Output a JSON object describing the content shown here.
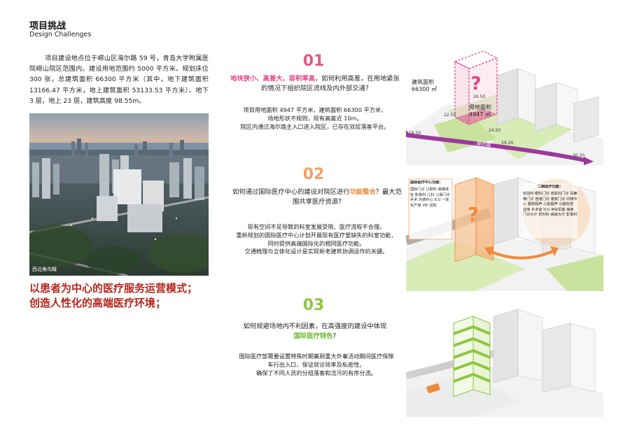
{
  "header": {
    "title_cn": "项目挑战",
    "title_en": "Design Challenges"
  },
  "intro": {
    "paragraph": "项目建设地点位于崂山区海尔路 59 号，青岛大学附属医院崂山院区范围内。建设用地范围约 5000 平方米。规划床位 300 张，总建筑面积 66300 平方米（其中，地下建筑面积 13166.47 平方米，地上建筑面积 53133.53 平方米）。地下 3 层，地上 23 层，建筑高度 98.55m。"
  },
  "photo": {
    "credit": "西北角鸟瞰"
  },
  "slogan": {
    "line1": "以患者为中心的医疗服务运营模式；",
    "line2": "创造人性化的高端医疗环境；"
  },
  "challenges": [
    {
      "number": "01",
      "q_highlight": "地块狭小、高差大、容积率高",
      "q_rest": "，如何利用高差，在用地紧张的情况下组织院区流线及内外部交通?",
      "desc_lines": [
        "项目用地面积 4947 平方米，建筑面积 66300 平方米，",
        "场地形状不规则，现有高差近 10m。",
        "院区内通过海尔路主入口进入院区，已存在双层落客平台。"
      ]
    },
    {
      "number": "02",
      "q_before": "如何通过国际医疗中心的建设对院区进行",
      "q_highlight": "功能整合",
      "q_after": "？最大范围共享医疗资源?",
      "desc_lines": [
        "现有空间不足导致的科室发展受限、医疗流程不合理。",
        "重新规划的国际医疗中心计划开展现有医疗里缺失的科室功能，",
        "同时提供高端国际化的相同医疗功能。",
        "交通梳理与立体化设计是实现新老建筑协调运作的关键。"
      ]
    },
    {
      "number": "03",
      "q_before": "如何规避场地内不利因素，在高强度的建设中体现",
      "q_highlight": "国际医疗特色",
      "q_after": "?",
      "desc_lines": [
        "国际医疗部需要设置特殊时期兼顾重大外事活动期间医疗保障",
        "车行出入口，保证就诊效率及私密性。",
        "确保了不同人员的分组落客和洁污的有序分流。"
      ]
    }
  ],
  "diagram1": {
    "building_area_label": "建筑面积",
    "building_area_value": "66300 ㎡",
    "site_area_label": "用地面积",
    "site_area_value": "4947 ㎡",
    "question_mark": "?",
    "road_name": "海尔路",
    "levels": [
      "26.50",
      "22.50",
      "18.50",
      "24.50",
      "29.20",
      "30.20"
    ]
  },
  "diagram2": {
    "intl_title": "国际医疗中心功能：",
    "intl_items": "国际门诊 口腔科 高端体检 影像科 儿科 儿保门诊 手术 内镜中心 ICU 一体化产房 VIP 住院",
    "phase2_title": "二期医疗功能：",
    "phase2_items": "检验科 眼科门诊 皮肤科门诊 耳鼻喉门诊 普通门诊 康复门诊 内镜中心 腹部超声 心脏超声 功能检查 血库 手术室 ICU 净化机房 病房 门诊大厅 药剂科 病房大厅 影像科",
    "question_mark": "?"
  },
  "colors": {
    "pink": "#e0468a",
    "orange": "#ef8a3a",
    "green": "#8ec63f",
    "red_slogan": "#b5271e",
    "road_purple": "#9b3a9b"
  }
}
